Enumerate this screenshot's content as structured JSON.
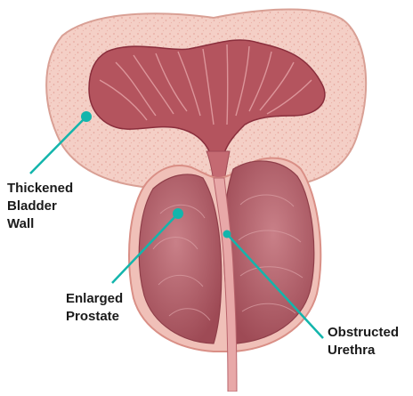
{
  "labels": {
    "bladder_wall": "Thickened\nBladder\nWall",
    "prostate": "Enlarged\nProstate",
    "urethra": "Obstructed\nUrethra"
  },
  "colors": {
    "leader": "#13b5ac",
    "bladder_wall_fill": "#f4cfc6",
    "bladder_wall_stroke": "#d9a095",
    "lumen": "#b4545e",
    "lumen_dark": "#8a2e3c",
    "prostate": "#b5626b",
    "prostate_light": "#c77a82",
    "prostate_capsule": "#f0c0b8"
  }
}
